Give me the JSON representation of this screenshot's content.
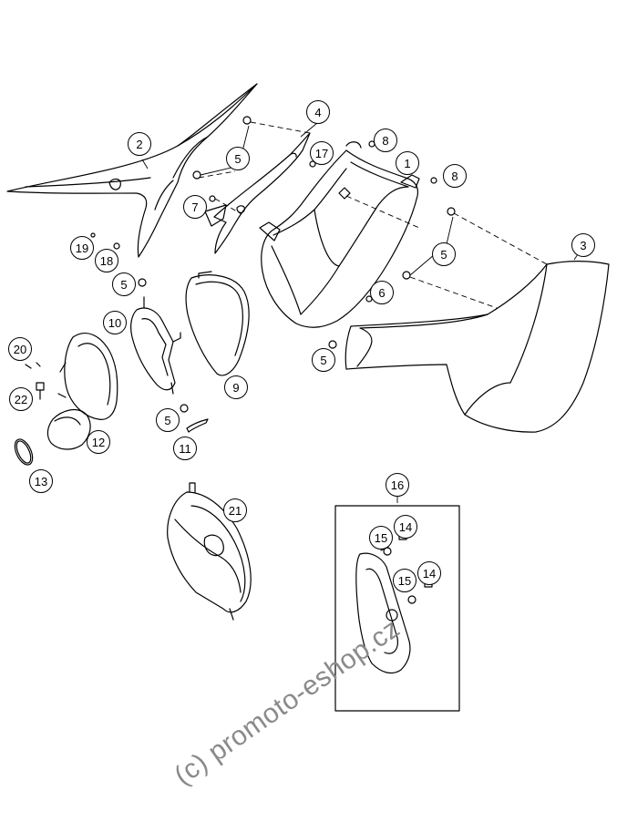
{
  "diagram": {
    "callouts": {
      "c1": "1",
      "c2": "2",
      "c3": "3",
      "c4": "4",
      "c5a": "5",
      "c5b": "5",
      "c5c": "5",
      "c5d": "5",
      "c5e": "5",
      "c6": "6",
      "c7": "7",
      "c8a": "8",
      "c8b": "8",
      "c9": "9",
      "c10": "10",
      "c11": "11",
      "c12": "12",
      "c13": "13",
      "c14a": "14",
      "c14b": "14",
      "c15a": "15",
      "c15b": "15",
      "c16": "16",
      "c17": "17",
      "c18": "18",
      "c19": "19",
      "c20": "20",
      "c21": "21",
      "c22": "22"
    },
    "watermark": "(c) promoto-eshop.cz"
  }
}
